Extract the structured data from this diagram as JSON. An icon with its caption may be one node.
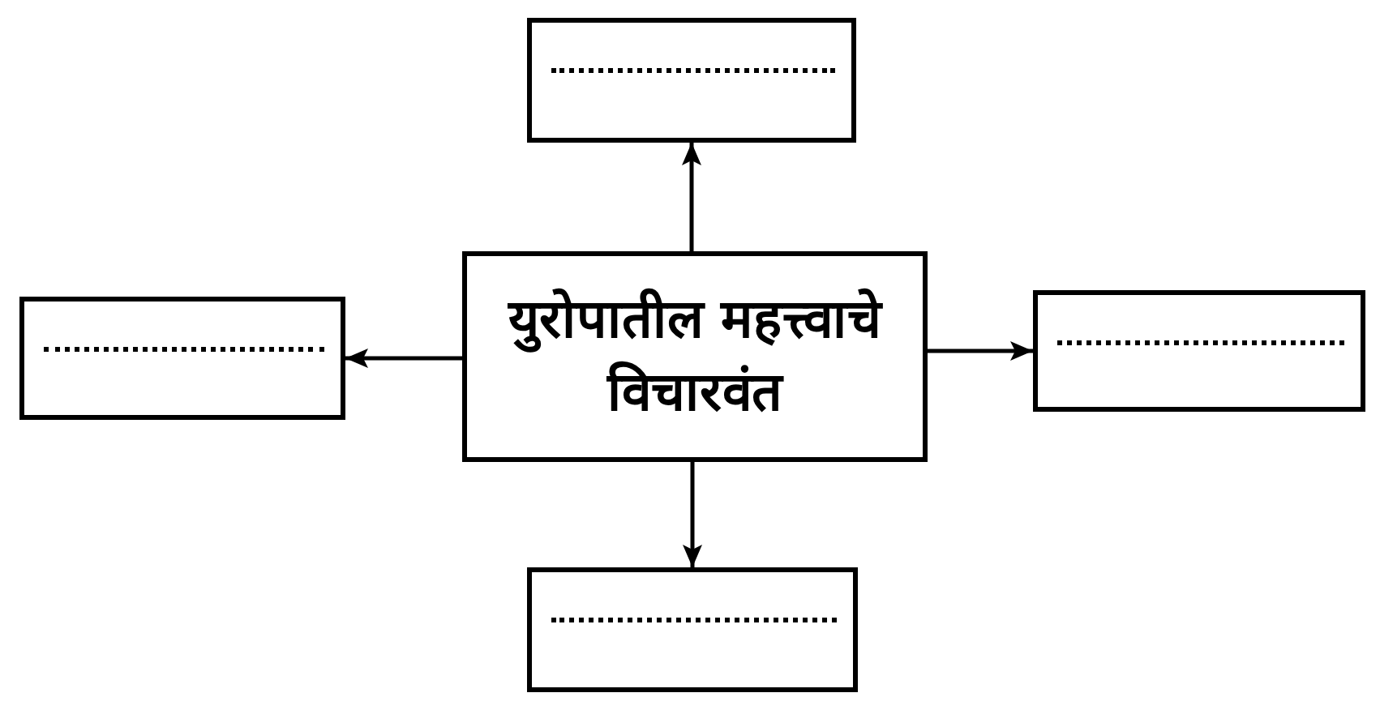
{
  "diagram": {
    "nodes": [
      {
        "text": [],
        "shape": "box"
      },
      {
        "text": [],
        "shape": "box"
      },
      {
        "text": [
          "युरोपातील महत्त्वाचे विचारवंत"
        ]
      },
      {
        "text": [],
        "shape": "box"
      },
      {
        "text": [],
        "shape": "box"
      }
    ],
    "edges": [
      {
        "from": 2,
        "to": 0,
        "arrow": "to"
      },
      {
        "from": 2,
        "to": 1,
        "arrow": "to"
      },
      {
        "from": 2,
        "to": 3,
        "arrow": "to"
      },
      {
        "from": 2,
        "to": 4,
        "arrow": "to"
      }
    ]
  }
}
